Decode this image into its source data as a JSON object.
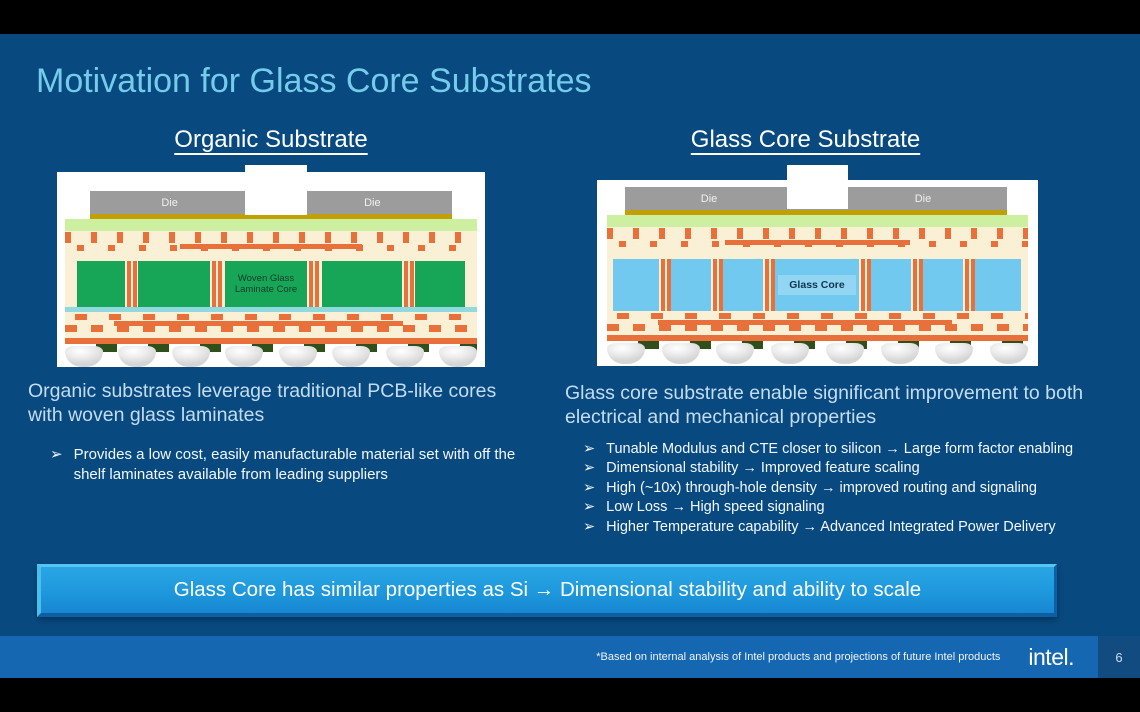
{
  "palette": {
    "slide_background": "#084A80",
    "title_blue": "#74CBEA",
    "footer_band_blue": "#1567B1",
    "page_box_blue": "#114B80",
    "banner_blue": "#1E98DC",
    "copper_orange": "#E8703B",
    "organic_core_green": "#17A558",
    "glass_core_blue": "#72C9F0",
    "dielectric_cream": "#FAF0D6",
    "solder_resist_green": "#CCF0A0",
    "die_gray": "#9C9C9C"
  },
  "slide": {
    "title": "Motivation for Glass Core Substrates",
    "footnote": "*Based on internal analysis of Intel products and projections of future Intel products",
    "logo": "intel.",
    "page_number": "6"
  },
  "bullet_marker": "➢",
  "left": {
    "heading": "Organic Substrate",
    "description": "Organic substrates leverage traditional PCB-like cores with woven glass laminates",
    "bullets": [
      "Provides a low cost, easily manufacturable material set with off the shelf laminates available from leading suppliers"
    ],
    "diagram": {
      "die_label": "Die",
      "core_label": "Woven Glass Laminate Core"
    }
  },
  "right": {
    "heading": "Glass Core Substrate",
    "description": "Glass core substrate enable significant improvement to both electrical and mechanical properties",
    "bullets": [
      "Tunable Modulus and CTE closer to silicon → Large form factor enabling",
      "Dimensional stability → Improved feature scaling",
      "High (~10x) through-hole density → improved routing and signaling",
      "Low Loss → High speed signaling",
      "Higher Temperature capability → Advanced Integrated Power Delivery"
    ],
    "diagram": {
      "die_label": "Die",
      "core_label": "Glass Core"
    }
  },
  "banner": {
    "text": "Glass Core has similar properties as Si → Dimensional stability and ability to scale"
  }
}
